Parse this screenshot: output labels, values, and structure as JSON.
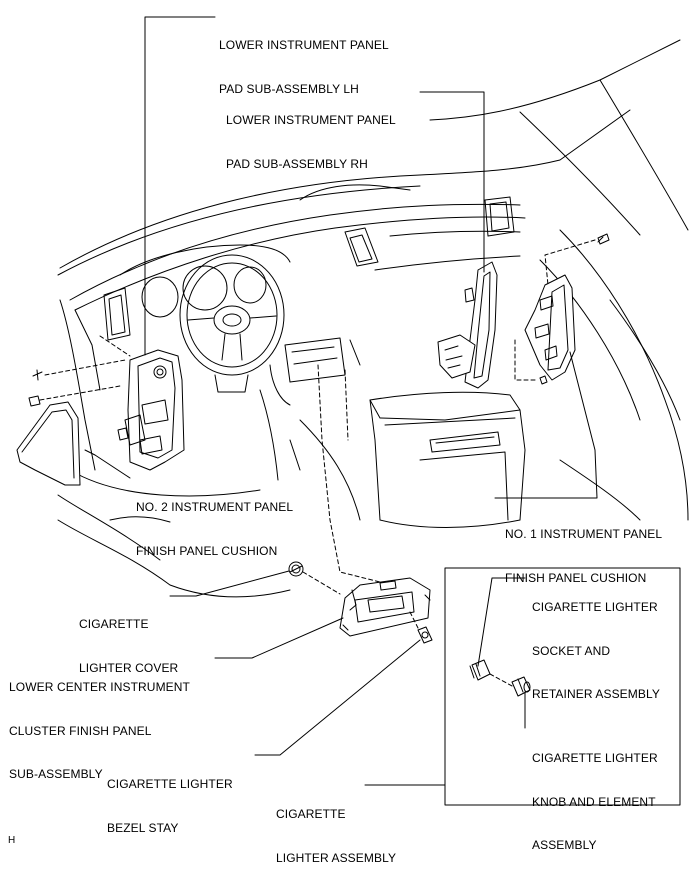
{
  "labels": {
    "lower_pad_lh": [
      "LOWER INSTRUMENT PANEL",
      "PAD SUB-ASSEMBLY LH"
    ],
    "lower_pad_rh": [
      "LOWER INSTRUMENT PANEL",
      "PAD SUB-ASSEMBLY RH"
    ],
    "no2_cushion": [
      "NO. 2 INSTRUMENT PANEL",
      "FINISH PANEL CUSHION"
    ],
    "no1_cushion": [
      "NO. 1 INSTRUMENT PANEL",
      "FINISH PANEL CUSHION"
    ],
    "lighter_cover": [
      "CIGARETTE",
      "LIGHTER COVER"
    ],
    "lower_center": [
      "LOWER CENTER INSTRUMENT",
      "CLUSTER FINISH PANEL",
      "SUB-ASSEMBLY"
    ],
    "bezel_stay": [
      "CIGARETTE LIGHTER",
      "BEZEL STAY"
    ],
    "lighter_assembly": [
      "CIGARETTE",
      "LIGHTER ASSEMBLY"
    ],
    "socket_retainer": [
      "CIGARETTE LIGHTER",
      "SOCKET AND",
      "RETAINER ASSEMBLY"
    ],
    "knob_element": [
      "CIGARETTE LIGHTER",
      "KNOB AND ELEMENT",
      "ASSEMBLY"
    ]
  },
  "figure_id": "H"
}
